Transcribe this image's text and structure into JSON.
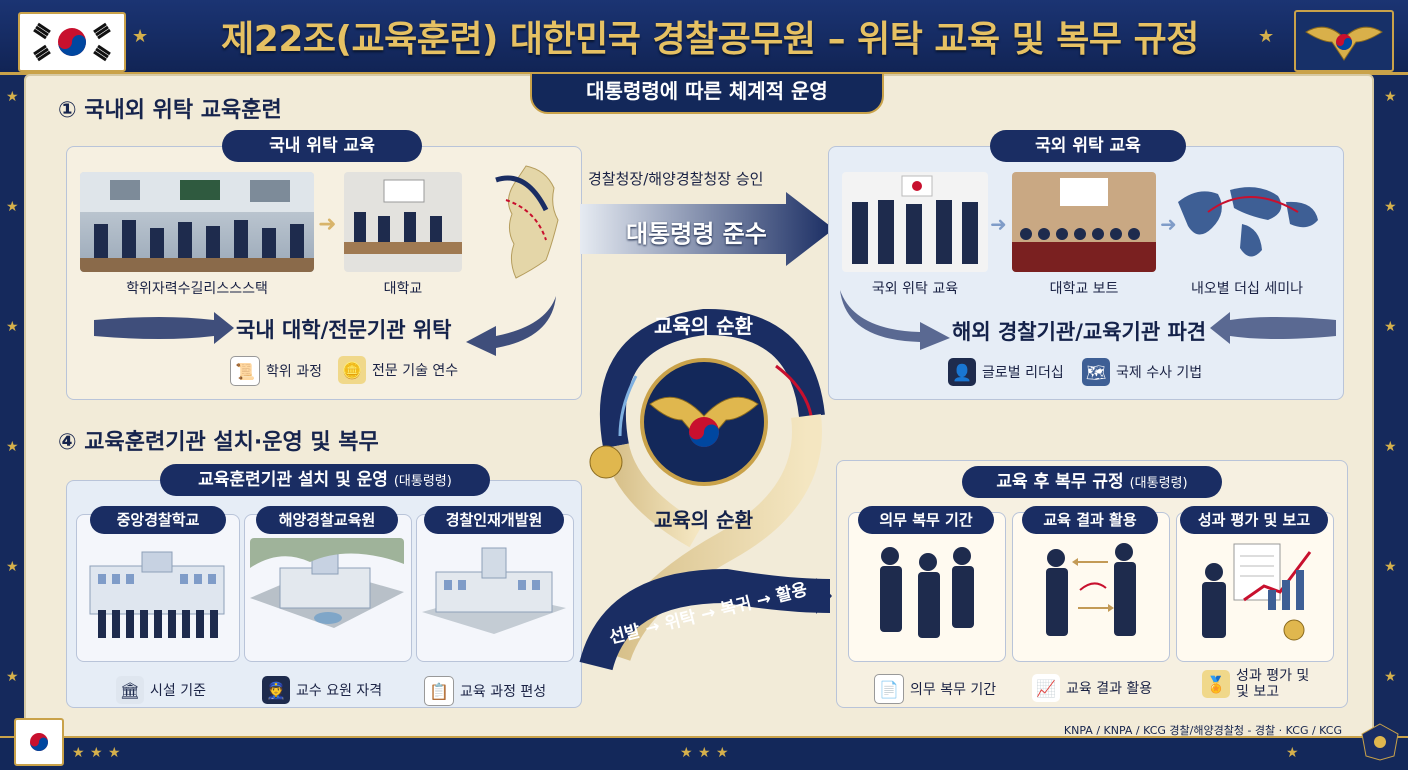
{
  "header": {
    "title": "제22조(교육훈련) 대한민국 경찰공무원 – 위탁 교육 및 복무 규정",
    "subtitle": "대통령령에 따른 체계적 운영"
  },
  "section1": {
    "heading": "① 국내외 위탁 교육훈련",
    "domestic": {
      "label": "국내 위탁 교육",
      "caption1": "학위자력수길리스스스택",
      "caption2": "대학교",
      "ribbon": "국내 대학/전문기관 위탁",
      "item1": "학위 과정",
      "item2": "전문 기술 연수"
    },
    "center": {
      "approval": "경찰청장/해양경찰청장 승인",
      "arrow_label": "대통령령 준수"
    },
    "overseas": {
      "label": "국외 위탁 교육",
      "caption1": "국외 위탁 교육",
      "caption2": "대학교 보트",
      "caption3": "내오별 더십 세미나",
      "ribbon": "해외 경찰기관/교육기관 파견",
      "item1": "글로벌 리더십",
      "item2": "국제 수사 기법"
    }
  },
  "cycle": {
    "top_label": "교육의 순환",
    "mid_label": "교육의 순환",
    "flow_label": "선발 → 위탁 → 복귀 → 활용"
  },
  "section4": {
    "heading": "④ 교육훈련기관 설치·운영 및 복무",
    "install": {
      "label": "교육훈련기관 설치 및 운영",
      "label_suffix": "(대통령령)",
      "inst1": "중앙경찰학교",
      "inst2": "해양경찰교육원",
      "inst3": "경찰인재개발원",
      "item1": "시설 기준",
      "item2": "교수 요원 자격",
      "item3": "교육 과정 편성"
    },
    "service": {
      "label": "교육 후 복무 규정",
      "label_suffix": "(대통령령)",
      "col1": "의무 복무 기간",
      "col2": "교육 결과 활용",
      "col3": "성과 평가 및 보고",
      "item1": "의무 복무 기간",
      "item2": "교육 결과 활용",
      "item3": "성과 평가 및\n및 보고"
    }
  },
  "footer": {
    "credit": "KNPA / KNPA / KCG 경찰/해양경찰청 - 경찰 · KCG / KCG"
  },
  "colors": {
    "navy": "#13285a",
    "gold": "#c9a24a",
    "parchment": "#f2ebd8",
    "cool_panel": "#e6edf6"
  }
}
